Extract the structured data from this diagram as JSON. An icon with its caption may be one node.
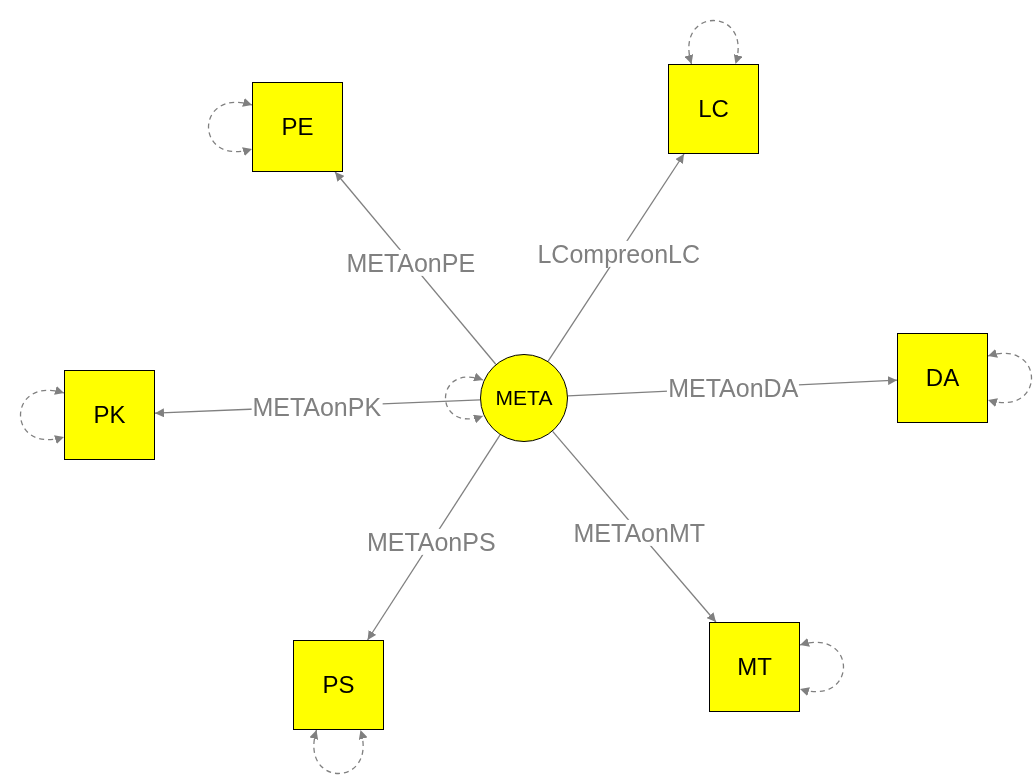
{
  "diagram": {
    "nodes": [
      {
        "text": [
          "META"
        ]
      },
      {
        "text": [
          "PE"
        ]
      },
      {
        "text": [
          "LC"
        ]
      },
      {
        "text": [
          "PK"
        ]
      },
      {
        "text": [
          "DA"
        ]
      },
      {
        "text": [
          "PS"
        ]
      },
      {
        "text": [
          "MT"
        ]
      }
    ],
    "edges": [
      {
        "from": 0,
        "to": 1,
        "arrow": "to",
        "label": "METAonPE"
      },
      {
        "from": 0,
        "to": 2,
        "arrow": "to",
        "label": "LCompreonLC"
      },
      {
        "from": 0,
        "to": 3,
        "arrow": "to",
        "label": "METAonPK"
      },
      {
        "from": 0,
        "to": 4,
        "arrow": "to",
        "label": "METAonDA"
      },
      {
        "from": 0,
        "to": 5,
        "arrow": "to",
        "label": "METAonPS"
      },
      {
        "from": 0,
        "to": 6,
        "arrow": "to",
        "label": "METAonMT"
      },
      {
        "from": 0,
        "to": 0,
        "arrow": "both",
        "style": "dashed"
      },
      {
        "from": 1,
        "to": 1,
        "arrow": "both",
        "style": "dashed"
      },
      {
        "from": 2,
        "to": 2,
        "arrow": "both",
        "style": "dashed"
      },
      {
        "from": 3,
        "to": 3,
        "arrow": "both",
        "style": "dashed"
      },
      {
        "from": 4,
        "to": 4,
        "arrow": "both",
        "style": "dashed"
      },
      {
        "from": 5,
        "to": 5,
        "arrow": "both",
        "style": "dashed"
      },
      {
        "from": 6,
        "to": 6,
        "arrow": "both",
        "style": "dashed"
      }
    ]
  }
}
